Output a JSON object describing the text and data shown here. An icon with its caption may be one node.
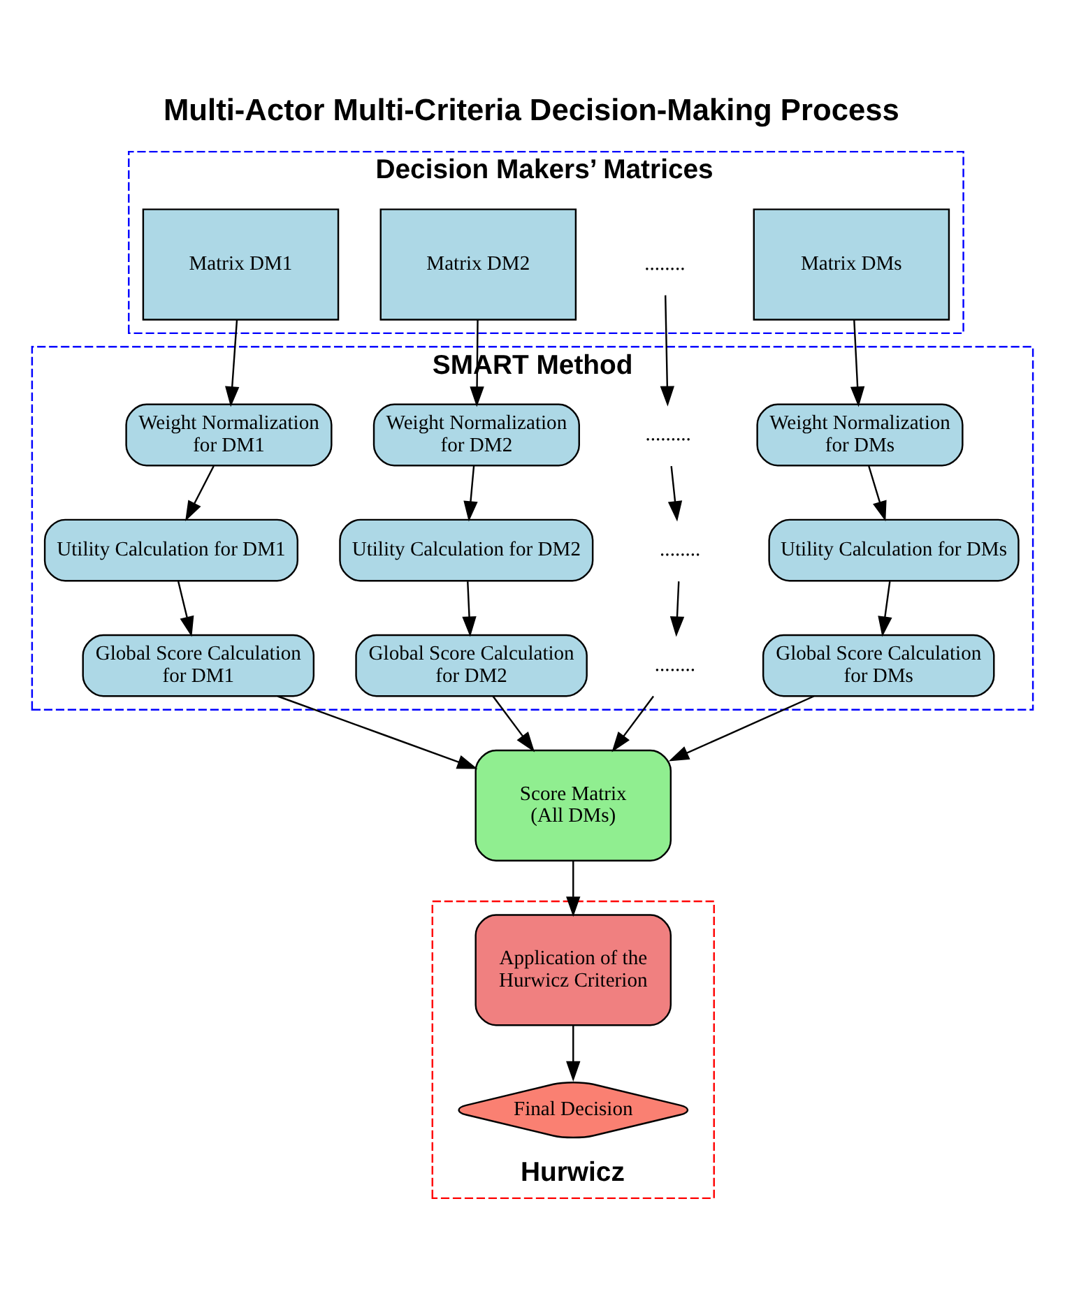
{
  "diagram": {
    "title": "Multi-Actor Multi-Criteria Decision-Making Process",
    "nodes": [
      {
        "text": [
          "Decision Makers’ Matrices"
        ]
      },
      {
        "text": [
          "Matrix DM1"
        ],
        "in": 0
      },
      {
        "text": [
          "Matrix DM2"
        ],
        "in": 0
      },
      {
        "text": [
          "........"
        ],
        "in": 0
      },
      {
        "text": [
          "Matrix DMs"
        ],
        "in": 0
      },
      {
        "text": [
          "SMART Method"
        ]
      },
      {
        "text": [
          "Weight Normalization for DM1"
        ],
        "in": 5
      },
      {
        "text": [
          "Weight Normalization for DM2"
        ],
        "in": 5
      },
      {
        "text": [
          "........."
        ],
        "in": 5
      },
      {
        "text": [
          "Weight Normalization for DMs"
        ],
        "in": 5
      },
      {
        "text": [
          "Utility Calculation for DM1"
        ],
        "in": 5
      },
      {
        "text": [
          "Utility Calculation for DM2"
        ],
        "in": 5
      },
      {
        "text": [
          "........"
        ],
        "in": 5
      },
      {
        "text": [
          "Utility Calculation for DMs"
        ],
        "in": 5
      },
      {
        "text": [
          "Global Score Calculation for DM1"
        ],
        "in": 5
      },
      {
        "text": [
          "Global Score Calculation for DM2"
        ],
        "in": 5
      },
      {
        "text": [
          "........"
        ],
        "in": 5
      },
      {
        "text": [
          "Global Score Calculation for DMs"
        ],
        "in": 5
      },
      {
        "text": [
          "Score Matrix (All DMs)"
        ]
      },
      {
        "text": [
          "Hurwicz"
        ]
      },
      {
        "text": [
          "Application of the Hurwicz Criterion"
        ],
        "in": 19
      },
      {
        "text": [
          "Final Decision"
        ],
        "in": 19
      }
    ],
    "edges": [
      {
        "from": 1,
        "to": 6,
        "arrow": "to"
      },
      {
        "from": 2,
        "to": 7,
        "arrow": "to"
      },
      {
        "from": 3,
        "to": 8,
        "arrow": "to"
      },
      {
        "from": 4,
        "to": 9,
        "arrow": "to"
      },
      {
        "from": 6,
        "to": 10,
        "arrow": "to"
      },
      {
        "from": 7,
        "to": 11,
        "arrow": "to"
      },
      {
        "from": 8,
        "to": 12,
        "arrow": "to"
      },
      {
        "from": 9,
        "to": 13,
        "arrow": "to"
      },
      {
        "from": 10,
        "to": 14,
        "arrow": "to"
      },
      {
        "from": 11,
        "to": 15,
        "arrow": "to"
      },
      {
        "from": 12,
        "to": 16,
        "arrow": "to"
      },
      {
        "from": 13,
        "to": 17,
        "arrow": "to"
      },
      {
        "from": 14,
        "to": 18,
        "arrow": "to"
      },
      {
        "from": 15,
        "to": 18,
        "arrow": "to"
      },
      {
        "from": 16,
        "to": 18,
        "arrow": "to"
      },
      {
        "from": 17,
        "to": 18,
        "arrow": "to"
      },
      {
        "from": 18,
        "to": 20,
        "arrow": "to"
      },
      {
        "from": 20,
        "to": 21,
        "arrow": "to"
      }
    ]
  }
}
